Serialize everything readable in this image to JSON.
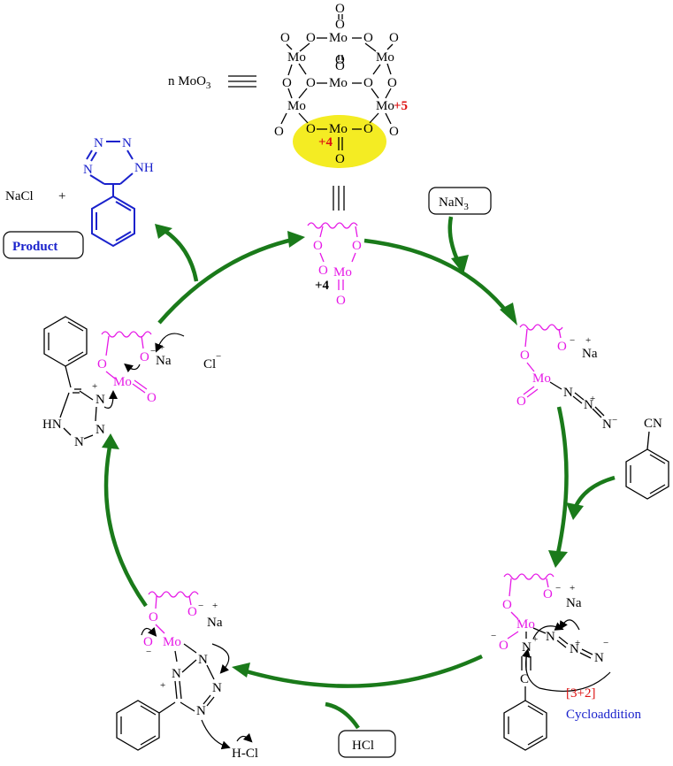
{
  "header": {
    "moo3_label": "n MoO",
    "moo3_sub": "3",
    "ox_plus5": "+5",
    "ox_plus4": "+4"
  },
  "cluster": {
    "atoms": [
      "O",
      "O",
      "Mo",
      "O",
      "O",
      "O",
      "O",
      "Mo",
      "Mo",
      "O",
      "O",
      "O",
      "Mo",
      "O",
      "O",
      "Mo",
      "O",
      "Mo",
      "Mo",
      "O",
      "O",
      "O",
      "O",
      "Mo",
      "O",
      "O",
      "O",
      "O",
      "O"
    ]
  },
  "top_catalyst": {
    "atoms": [
      "O",
      "O",
      "O",
      "Mo",
      "O"
    ],
    "ox": "+4"
  },
  "reagents": {
    "nan3": "NaN",
    "nan3_sub": "3",
    "hcl": "HCl",
    "benzonitrile_cn": "CN"
  },
  "products": {
    "nacl": "NaCl",
    "plus": "+",
    "product_label": "Product",
    "tetrazole_nh": "NH",
    "tetrazole_n": "N"
  },
  "labels": {
    "cyclo_bracket": "[3+2]",
    "cyclo_text": "Cycloaddition",
    "hcl_leaving": "H-Cl",
    "chloride": "Cl",
    "minus": "−",
    "plus": "+",
    "na": "Na",
    "o": "O",
    "mo": "Mo",
    "n": "N",
    "hn": "HN",
    "c": "C"
  },
  "colors": {
    "green_arrow": "#1a7a1a",
    "magenta": "#e619e6",
    "blue": "#1a22cc",
    "red": "#dd1111",
    "yellow_highlight": "#f4ec23"
  }
}
